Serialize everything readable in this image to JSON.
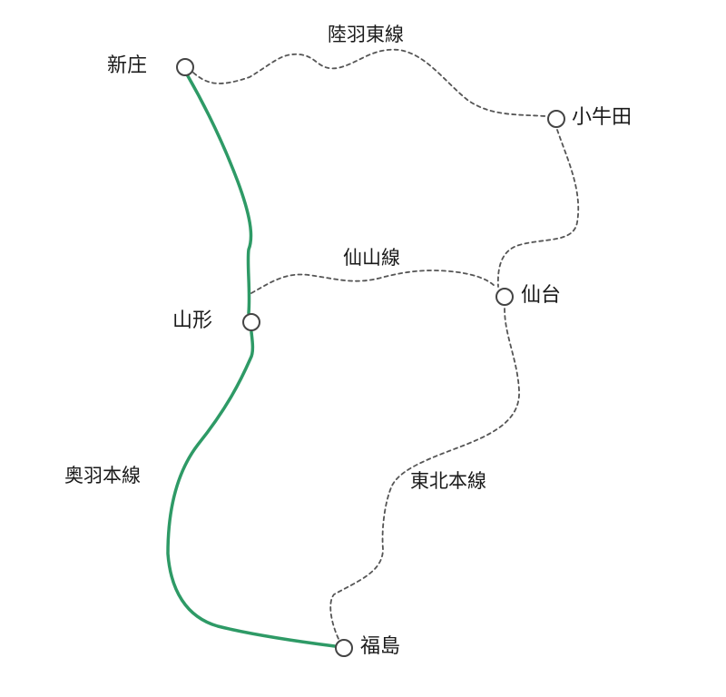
{
  "colors": {
    "highlight_line": "#2e9a66",
    "other_line": "#555555",
    "station_stroke": "#444444"
  },
  "lines": {
    "rikuu_east": "陸羽東線",
    "senzan": "仙山線",
    "ou_main": "奥羽本線",
    "tohoku_main": "東北本線"
  },
  "stations": {
    "shinjo": "新庄",
    "kogota": "小牛田",
    "sendai": "仙台",
    "yamagata": "山形",
    "fukushima": "福島"
  }
}
